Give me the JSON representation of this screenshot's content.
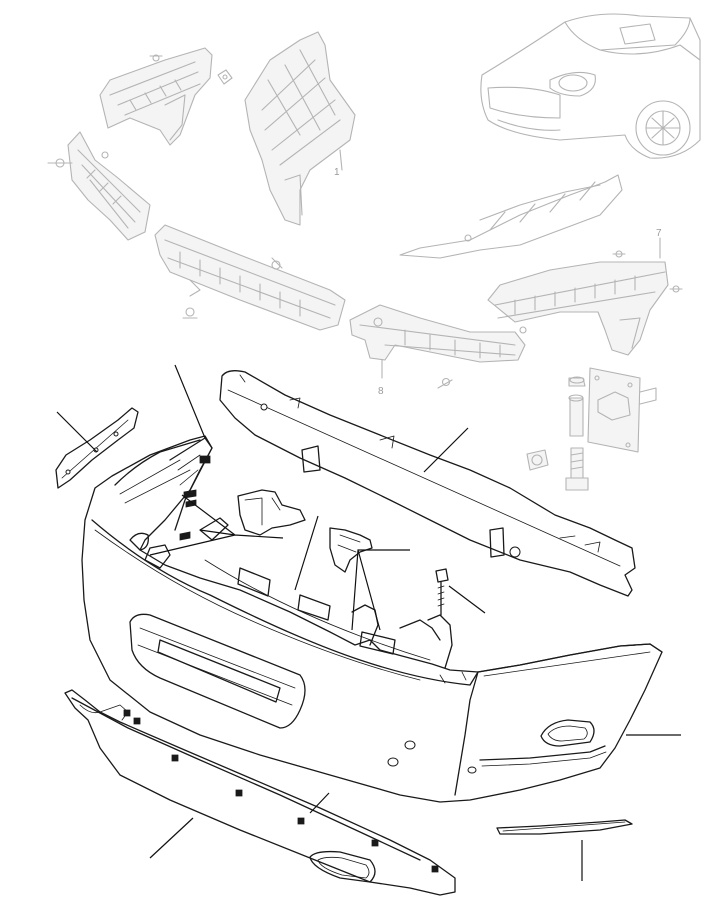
{
  "callouts": {
    "upper_strut": "1",
    "right_bracket": "7",
    "center_bracket": "8"
  },
  "colors": {
    "background": "#ffffff",
    "ghost_parts": "#b4b4b4",
    "highlighted_parts": "#1a1a1a"
  }
}
